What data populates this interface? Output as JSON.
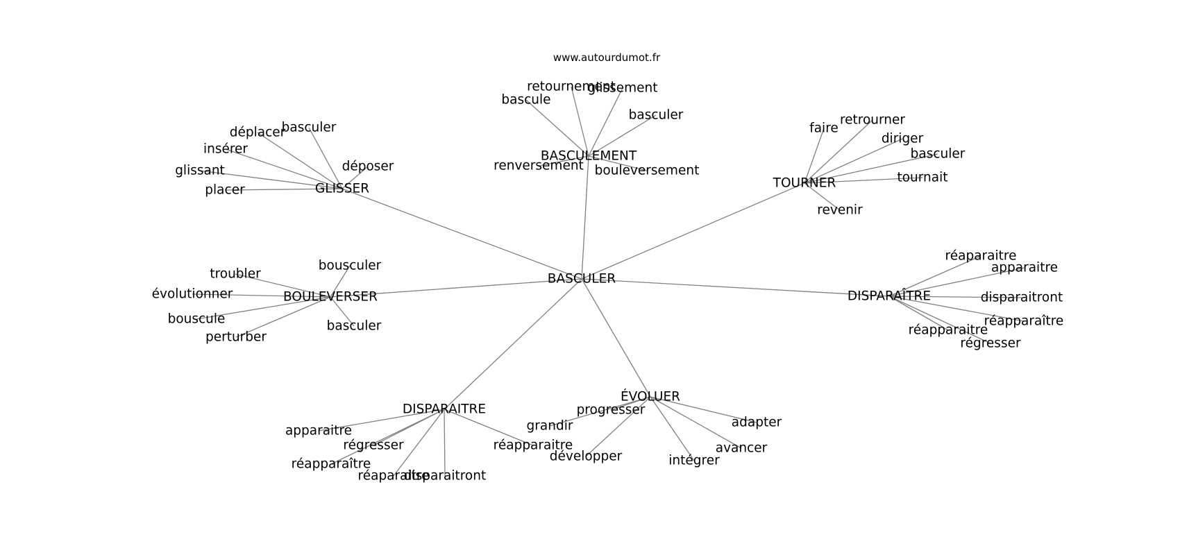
{
  "source": "www.autourdumot.fr",
  "graph": {
    "center": "BASCULER",
    "clusters": [
      {
        "hub": "BASCULEMENT",
        "leaves": [
          "retournement",
          "glissement",
          "bascule",
          "basculer",
          "renversement",
          "bouleversement"
        ]
      },
      {
        "hub": "GLISSER",
        "leaves": [
          "basculer",
          "déplacer",
          "insérer",
          "déposer",
          "glissant",
          "placer"
        ]
      },
      {
        "hub": "TOURNER",
        "leaves": [
          "faire",
          "retrourner",
          "diriger",
          "basculer",
          "tournait",
          "revenir"
        ]
      },
      {
        "hub": "BOULEVERSER",
        "leaves": [
          "bousculer",
          "troubler",
          "évolutionner",
          "bouscule",
          "basculer",
          "perturber"
        ]
      },
      {
        "hub": "DISPARAÎTRE",
        "leaves": [
          "réaparaitre",
          "apparaitre",
          "disparaitront",
          "réapparaître",
          "réapparaitre",
          "régresser"
        ]
      },
      {
        "hub": "DISPARAITRE",
        "leaves": [
          "apparaitre",
          "régresser",
          "réapparaître",
          "réaparaitre",
          "disparaitront",
          "réapparaitre"
        ]
      },
      {
        "hub": "ÉVOLUER",
        "leaves": [
          "progresser",
          "grandir",
          "adapter",
          "avancer",
          "développer",
          "intégrer"
        ]
      }
    ]
  }
}
